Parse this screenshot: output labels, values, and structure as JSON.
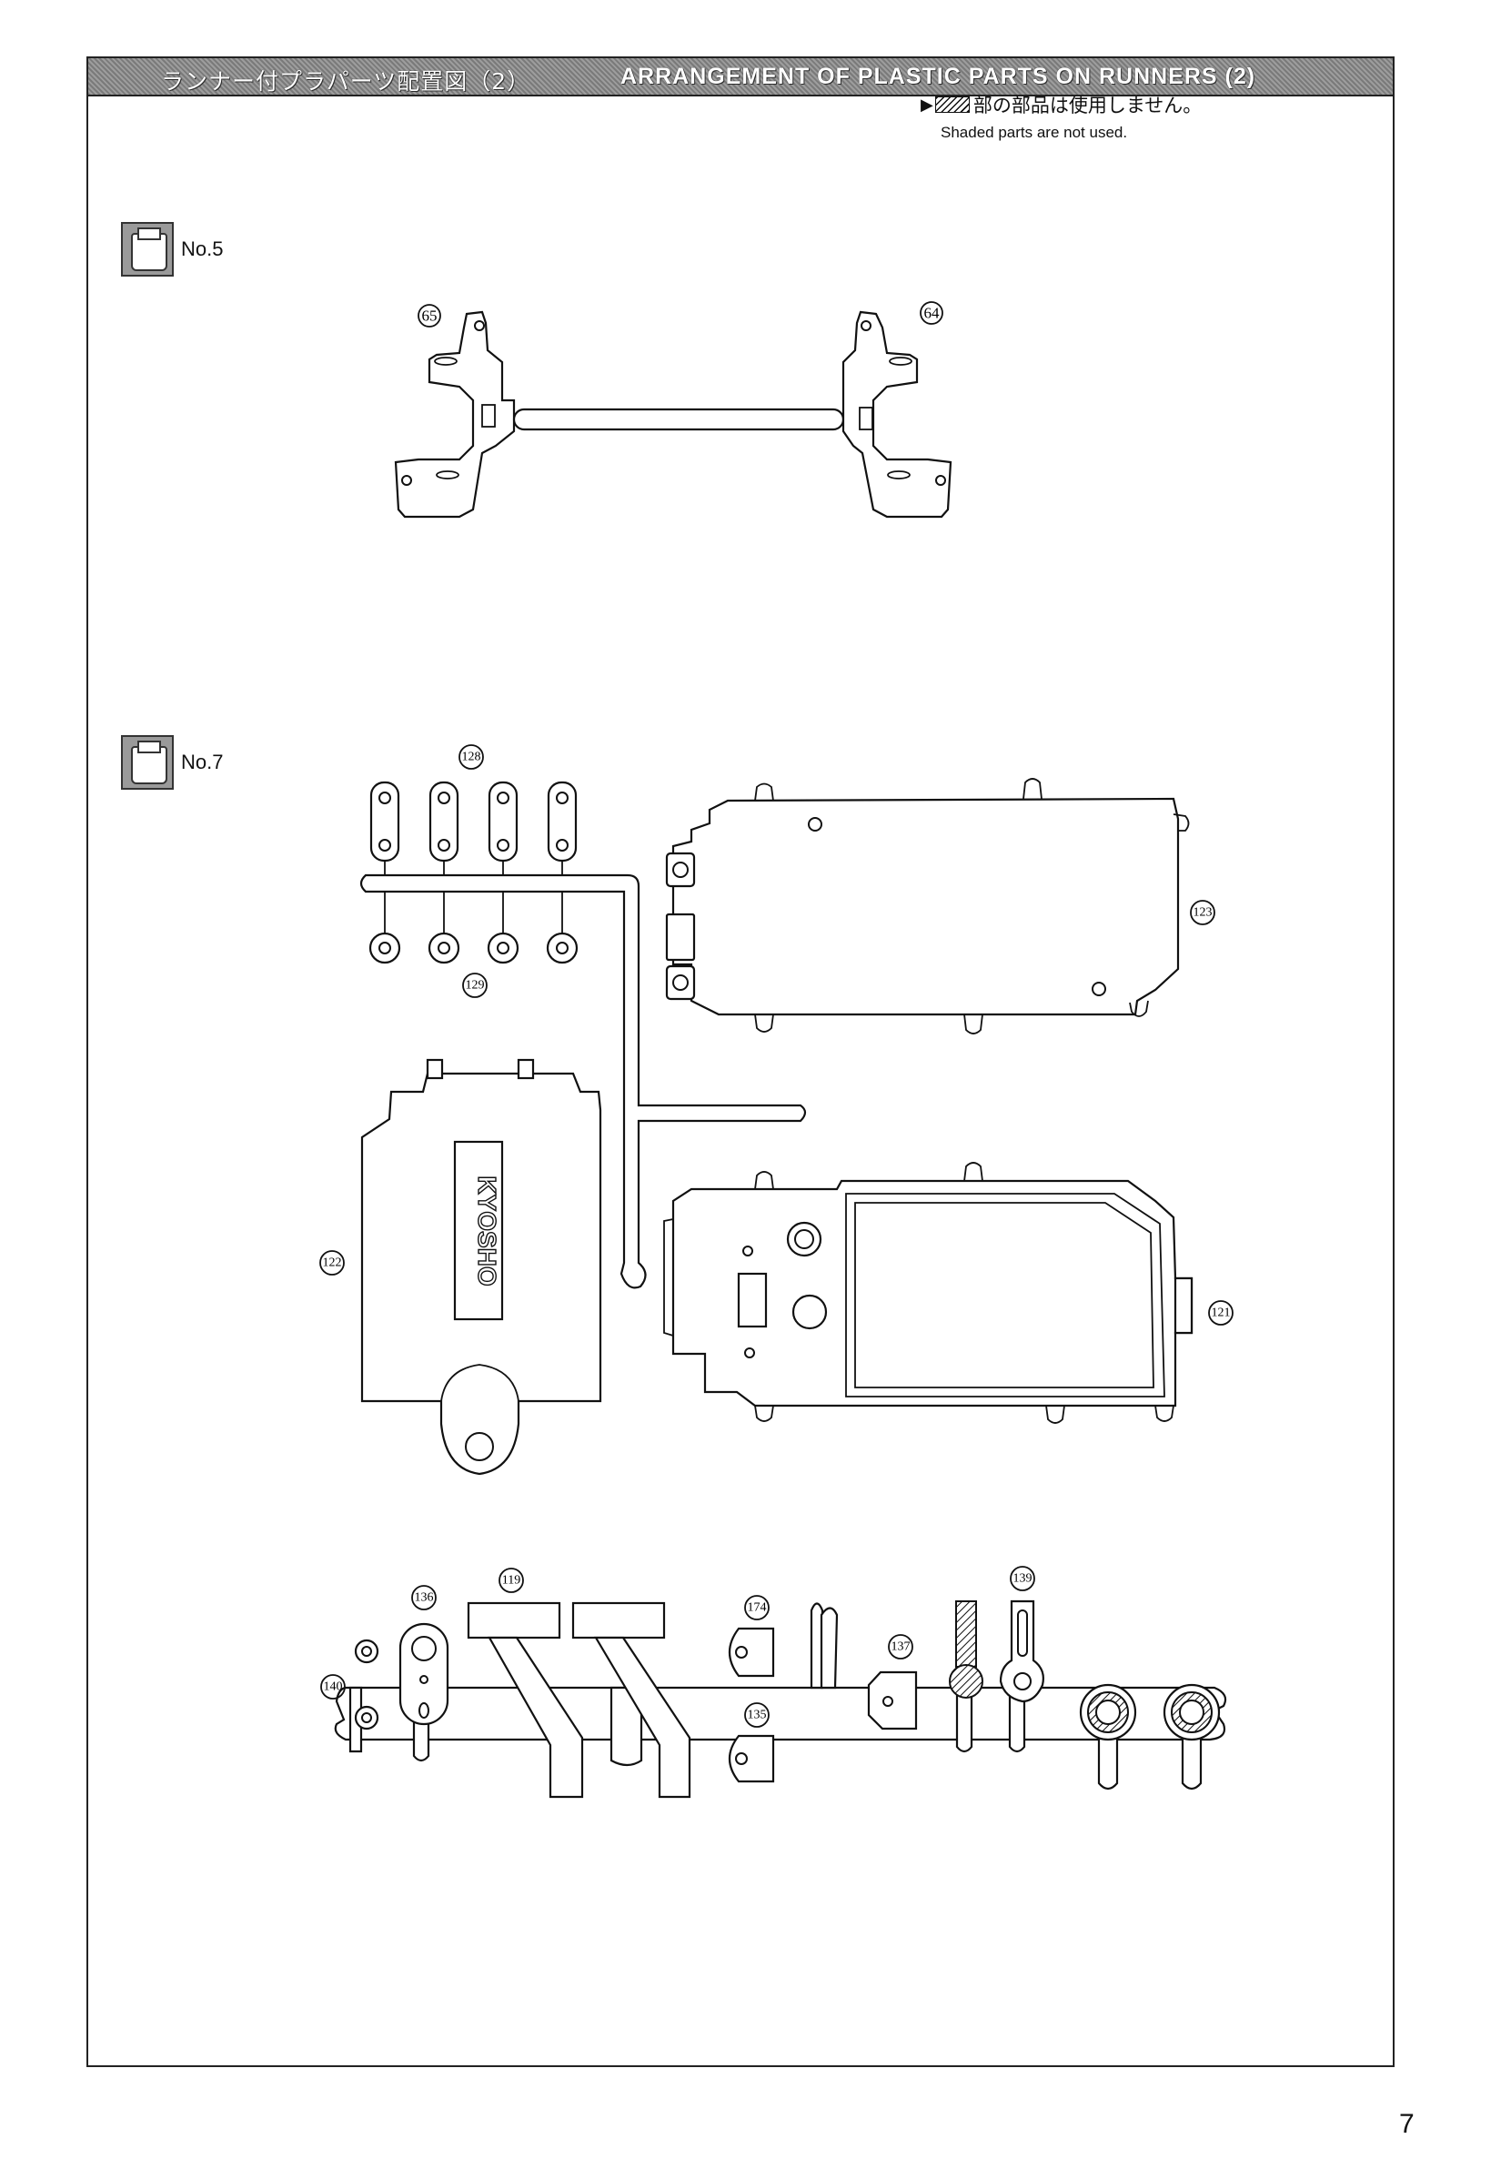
{
  "header": {
    "title_jp": "ランナー付プラパーツ配置図（2）",
    "title_en": "ARRANGEMENT OF PLASTIC PARTS ON RUNNERS (2)"
  },
  "note": {
    "arrow_icon": "triangle-right-icon",
    "text_jp": "部の部品は使用しません。",
    "text_en": "Shaded parts are not used."
  },
  "runners": [
    {
      "label": "No.5",
      "icon": "parts-bag-icon"
    },
    {
      "label": "No.7",
      "icon": "parts-bag-icon"
    }
  ],
  "parts": {
    "p65": "65",
    "p64": "64",
    "p128": "128",
    "p129": "129",
    "p123": "123",
    "p122": "122",
    "p121": "121",
    "p119": "119",
    "p136": "136",
    "p140": "140",
    "p174": "174",
    "p135": "135",
    "p137": "137",
    "p139": "139"
  },
  "logo_text": "KYOSHO",
  "page_number": "7"
}
